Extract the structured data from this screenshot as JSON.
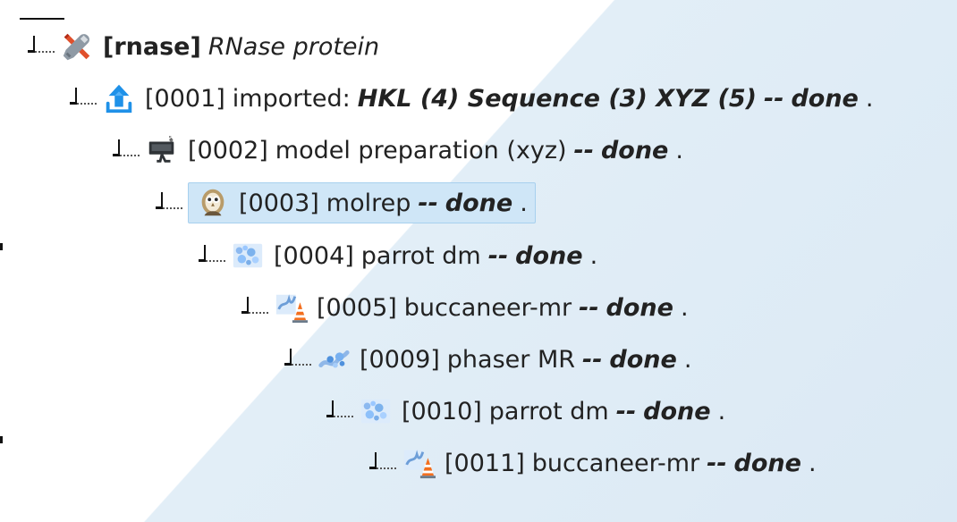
{
  "tree": {
    "root": {
      "icon": "tools-icon",
      "id": "[rnase]",
      "title": "RNase protein"
    },
    "jobs": [
      {
        "icon": "upload-icon",
        "id": "[0001]",
        "name": "imported:",
        "details": "HKL (4) Sequence (3) XYZ (5)",
        "sep": "--",
        "status": "done",
        "dot": "."
      },
      {
        "icon": "model-preparation-icon",
        "id": "[0002]",
        "name": "model preparation (xyz)",
        "sep": "--",
        "status": "done",
        "dot": "."
      },
      {
        "icon": "molrep-icon",
        "id": "[0003]",
        "name": "molrep",
        "sep": "--",
        "status": "done",
        "dot": ".",
        "selected": true
      },
      {
        "icon": "parrot-icon",
        "id": "[0004]",
        "name": "parrot dm",
        "sep": "--",
        "status": "done",
        "dot": "."
      },
      {
        "icon": "buccaneer-icon",
        "id": "[0005]",
        "name": "buccaneer-mr",
        "sep": "--",
        "status": "done",
        "dot": "."
      },
      {
        "icon": "phaser-icon",
        "id": "[0009]",
        "name": "phaser MR",
        "sep": "--",
        "status": "done",
        "dot": "."
      },
      {
        "icon": "parrot-icon",
        "id": "[0010]",
        "name": "parrot dm",
        "sep": "--",
        "status": "done",
        "dot": "."
      },
      {
        "icon": "buccaneer-icon",
        "id": "[0011]",
        "name": "buccaneer-mr",
        "sep": "--",
        "status": "done",
        "dot": "."
      }
    ]
  },
  "colors": {
    "selected_background": "#cfe6f7",
    "selected_border": "#a7d0ee",
    "background_diagonal": "#dbe9f4",
    "text": "#222222"
  }
}
